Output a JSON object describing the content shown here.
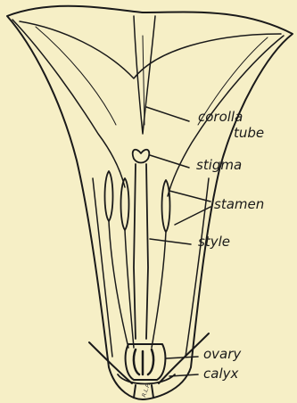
{
  "labels": {
    "corolla_tube": [
      "corolla",
      "tube"
    ],
    "stigma": "stigma",
    "stamen": "stamen",
    "style": "style",
    "ovary": "ovary",
    "calyx": "calyx"
  },
  "signature": "R.L.P.",
  "colors": {
    "paper": "#f6efc6",
    "ink": "#1a1a1a"
  }
}
